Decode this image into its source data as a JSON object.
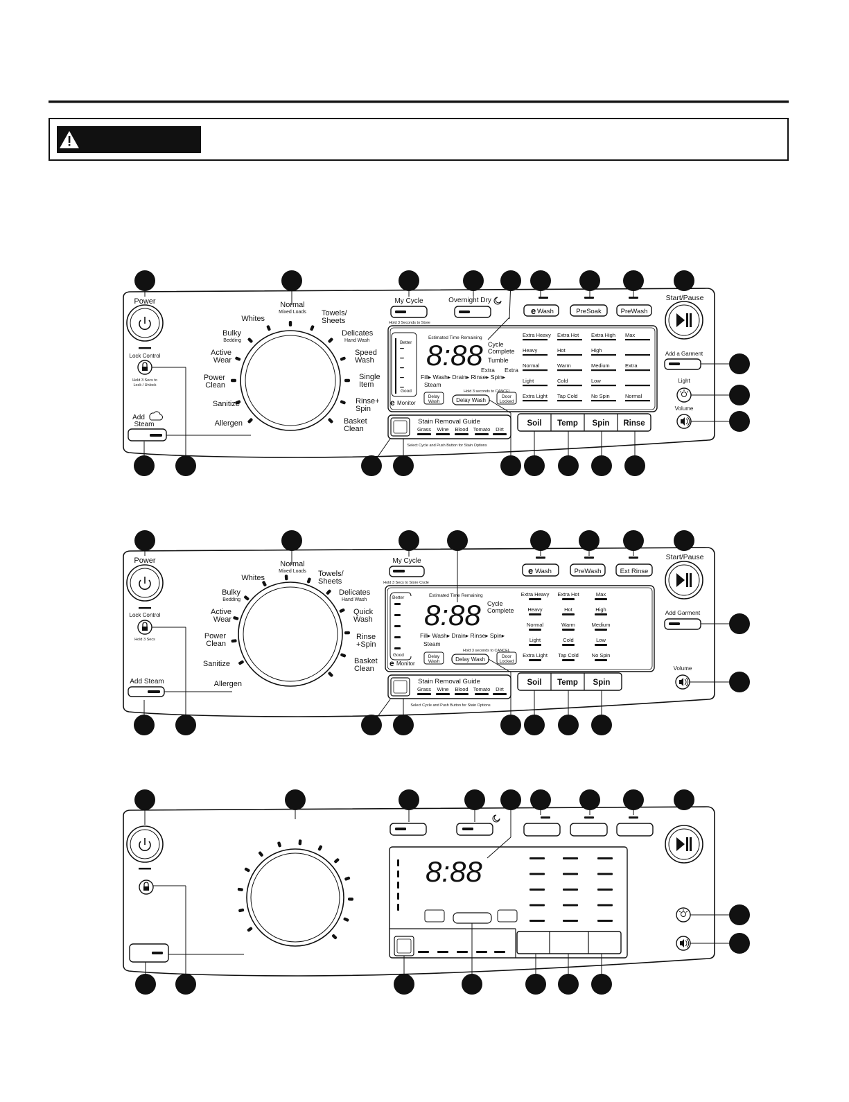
{
  "warning_banner": {
    "icon": "warning-triangle-icon",
    "text": ""
  },
  "panel1": {
    "power": "Power",
    "lock_control": "Lock Control",
    "lock_hold": "Hold 3 Secs to",
    "lock_hold2": "Lock / Unlock",
    "add_steam": "Add",
    "add_steam2": "Steam",
    "cycles_left": [
      {
        "label": "Whites"
      },
      {
        "label": "Bulky",
        "sub": "Bedding"
      },
      {
        "label": "Active",
        "label2": "Wear"
      },
      {
        "label": "Power",
        "label2": "Clean"
      },
      {
        "label": "Sanitize"
      },
      {
        "label": "Allergen"
      }
    ],
    "cycle_top": "Normal",
    "cycle_top_sub": "Mixed Loads",
    "cycles_right": [
      {
        "label": "Towels/",
        "label2": "Sheets"
      },
      {
        "label": "Delicates",
        "sub": "Hand Wash"
      },
      {
        "label": "Speed",
        "label2": "Wash"
      },
      {
        "label": "Single",
        "label2": "Item"
      },
      {
        "label": "Rinse+",
        "label2": "Spin"
      },
      {
        "label": "Basket",
        "label2": "Clean"
      }
    ],
    "my_cycle": "My Cycle",
    "my_cycle_hold": "Hold 3 Seconds to Store",
    "overnight_dry": "Overnight Dry",
    "ewash": "Wash",
    "presoak": "PreSoak",
    "prewash": "PreWash",
    "start_pause": "Start/Pause",
    "add_garment": "Add a Garment",
    "light": "Light",
    "volume": "Volume",
    "monitor_better": "Better",
    "monitor_good": "Good",
    "monitor": "Monitor",
    "est_time": "Estimated Time Remaining",
    "digits": "8:88",
    "cycle_complete": "Cycle",
    "cycle_complete2": "Complete",
    "tumble": "Tumble",
    "status_row": "Fill▸  Wash▸ Drain▸ Rinse▸ Spin▸",
    "extra1": "Extra",
    "extra2": "Extra",
    "steam": "Steam",
    "delay_wash_small": "Delay",
    "delay_wash_small2": "Wash",
    "hold_cancel": "Hold 3 seconds to CANCEL",
    "delay_wash": "Delay Wash",
    "door_locked": "Door",
    "door_locked2": "Locked",
    "soil": [
      "Extra Heavy",
      "Heavy",
      "Normal",
      "Light",
      "Extra Light"
    ],
    "temp": [
      "Extra Hot",
      "Hot",
      "Warm",
      "Cold",
      "Tap Cold"
    ],
    "spin": [
      "Extra High",
      "High",
      "Medium",
      "Low",
      "No Spin"
    ],
    "rinse": [
      "Max",
      "",
      "Extra",
      "",
      "Normal"
    ],
    "btn_soil": "Soil",
    "btn_temp": "Temp",
    "btn_spin": "Spin",
    "btn_rinse": "Rinse",
    "stain_title": "Stain Removal Guide",
    "stains": [
      "Grass",
      "Wine",
      "Blood",
      "Tomato",
      "Dirt"
    ],
    "stain_note": "Select Cycle and Push Button for Stain Options"
  },
  "panel2": {
    "power": "Power",
    "lock_control": "Lock Control",
    "lock_hold": "Hold 3 Secs",
    "add_steam": "Add Steam",
    "cycles_left": [
      {
        "label": "Whites"
      },
      {
        "label": "Bulky",
        "sub": "Bedding"
      },
      {
        "label": "Active",
        "label2": "Wear"
      },
      {
        "label": "Power",
        "label2": "Clean"
      },
      {
        "label": "Sanitize"
      },
      {
        "label": "Allergen"
      }
    ],
    "cycle_top": "Normal",
    "cycle_top_sub": "Mixed Loads",
    "cycles_right": [
      {
        "label": "Towels/",
        "label2": "Sheets"
      },
      {
        "label": "Delicates",
        "sub": "Hand Wash"
      },
      {
        "label": "Quick",
        "label2": "Wash"
      },
      {
        "label": "Rinse",
        "label2": "+Spin"
      },
      {
        "label": "Basket",
        "label2": "Clean"
      }
    ],
    "my_cycle": "My Cycle",
    "my_cycle_hold": "Hold 3 Secs to Store Cycle",
    "ewash": "Wash",
    "prewash": "PreWash",
    "ext_rinse": "Ext Rinse",
    "start_pause": "Start/Pause",
    "add_garment": "Add Garment",
    "volume": "Volume",
    "monitor_better": "Better",
    "monitor_good": "Good",
    "monitor": "Monitor",
    "est_time": "Estimated Time Remaining",
    "digits": "8:88",
    "cycle_complete": "Cycle",
    "cycle_complete2": "Complete",
    "status_row": "Fill▸  Wash▸ Drain▸ Rinse▸ Spin▸",
    "steam": "Steam",
    "delay_wash_small": "Delay",
    "delay_wash_small2": "Wash",
    "hold_cancel": "Hold 3 seconds to CANCEL",
    "delay_wash": "Delay Wash",
    "door_locked": "Door",
    "door_locked2": "Locked",
    "soil": [
      "Extra Heavy",
      "Heavy",
      "Normal",
      "Light",
      "Extra Light"
    ],
    "temp": [
      "Extra Hot",
      "Hot",
      "Warm",
      "Cold",
      "Tap Cold"
    ],
    "spin": [
      "Max",
      "High",
      "Medium",
      "Low",
      "No Spin"
    ],
    "btn_soil": "Soil",
    "btn_temp": "Temp",
    "btn_spin": "Spin",
    "stain_title": "Stain Removal Guide",
    "stains": [
      "Grass",
      "Wine",
      "Blood",
      "Tomato",
      "Dirt"
    ],
    "stain_note": "Select Cycle and Push Button for Stain Options"
  },
  "panel3": {
    "digits": "8:88"
  }
}
